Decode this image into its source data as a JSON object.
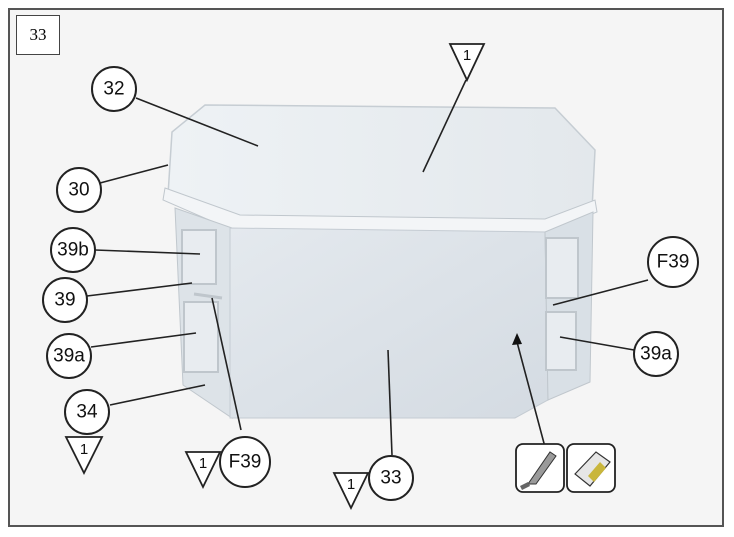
{
  "step_number": "33",
  "callouts": {
    "c32": "32",
    "c30": "30",
    "c39b": "39b",
    "c39": "39",
    "c39a_left": "39a",
    "c34": "34",
    "cF39_left": "F39",
    "c33": "33",
    "cF39_right": "F39",
    "c39a_right": "39a"
  },
  "triangles": {
    "t_top": "1",
    "t_left": "1",
    "t_f39": "1",
    "t_33": "1"
  },
  "icons": [
    "glue-applicator-icon",
    "glue-patch-icon"
  ],
  "colors": {
    "model": "#dfe5ea",
    "frame": "#555555",
    "background": "#f5f5f5"
  }
}
